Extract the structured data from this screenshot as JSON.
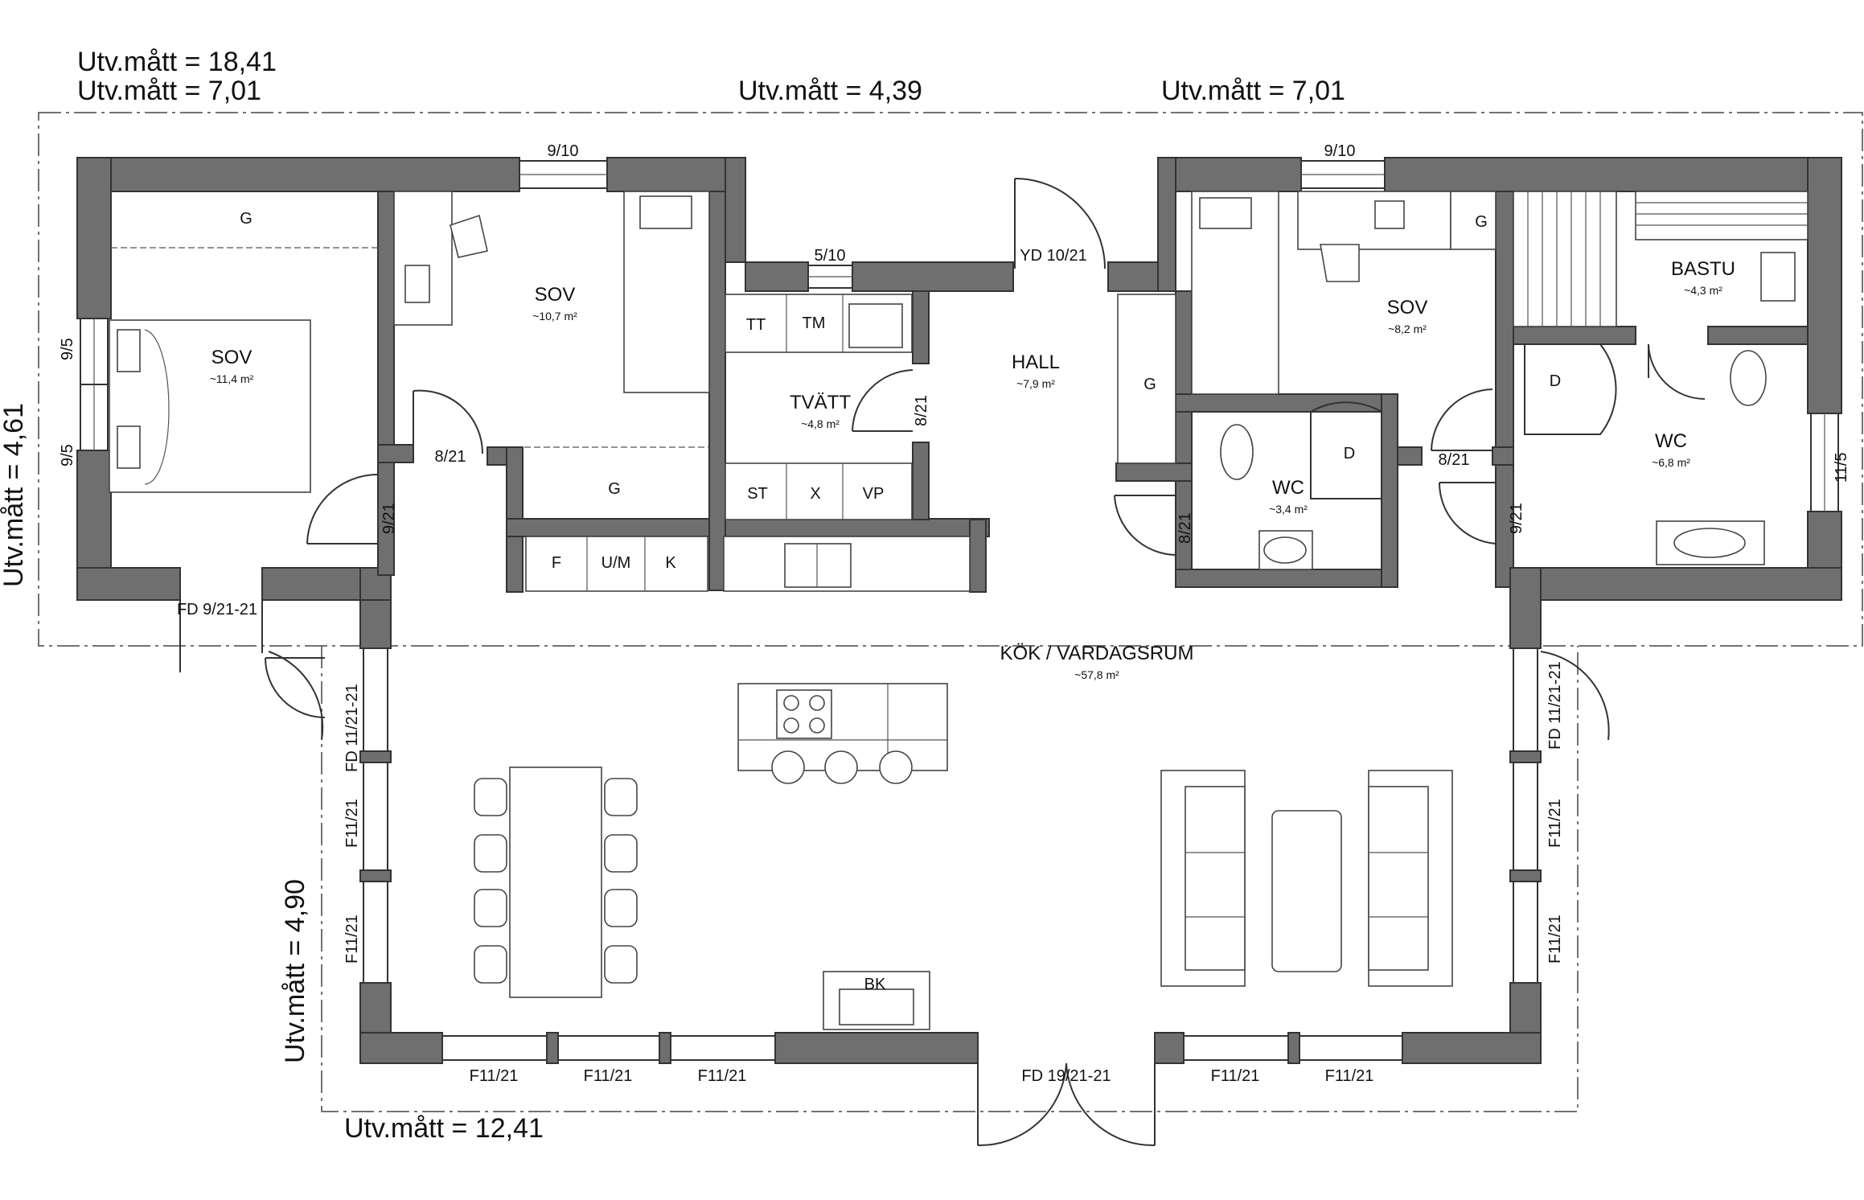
{
  "dimensions": {
    "total_width": "Utv.mått = 18,41",
    "left_wing": "Utv.mått = 7,01",
    "middle": "Utv.mått = 4,39",
    "right_wing": "Utv.mått = 7,01",
    "left_depth": "Utv.mått = 4,61",
    "lower_depth": "Utv.mått = 4,90",
    "lower_width": "Utv.mått = 12,41"
  },
  "rooms": {
    "sov1": {
      "name": "SOV",
      "area": "~11,4 m²"
    },
    "sov2": {
      "name": "SOV",
      "area": "~10,7 m²"
    },
    "tvatt": {
      "name": "TVÄTT",
      "area": "~4,8 m²"
    },
    "hall": {
      "name": "HALL",
      "area": "~7,9 m²"
    },
    "sov3": {
      "name": "SOV",
      "area": "~8,2 m²"
    },
    "wc1": {
      "name": "WC",
      "area": "~3,4 m²"
    },
    "bastu": {
      "name": "BASTU",
      "area": "~4,3 m²"
    },
    "wc2": {
      "name": "WC",
      "area": "~6,8 m²"
    },
    "kok": {
      "name": "KÖK / VARDAGSRUM",
      "area": "~57,8 m²"
    }
  },
  "openings": {
    "win_910_left": "9/10",
    "win_910_right": "9/10",
    "win_510": "5/10",
    "yd": "YD 10/21",
    "win_95_a": "9/5",
    "win_95_b": "9/5",
    "door_821_sov2": "8/21",
    "door_921_sov1": "9/21",
    "fd_921": "FD 9/21-21",
    "door_821_tvatt": "8/21",
    "door_821_wc1": "8/21",
    "door_821_sov3": "8/21",
    "door_921_wc2": "9/21",
    "win_115": "11/5",
    "fd_left_side": "FD 11/21-21",
    "fd_right_side": "FD 11/21-21",
    "f_left_1": "F11/21",
    "f_left_2": "F11/21",
    "f_right_1": "F11/21",
    "f_right_2": "F11/21",
    "f_bottom_1": "F11/21",
    "f_bottom_2": "F11/21",
    "f_bottom_3": "F11/21",
    "f_bottom_4": "F11/21",
    "f_bottom_5": "F11/21",
    "fd_main": "FD 19/21-21"
  },
  "fixtures": {
    "g_sov1": "G",
    "g_sov2": "G",
    "g_hall": "G",
    "g_sov3": "G",
    "d_wc1": "D",
    "d_wc2": "D",
    "tt": "TT",
    "tm": "TM",
    "st": "ST",
    "x": "X",
    "vp": "VP",
    "f": "F",
    "um": "U/M",
    "k": "K",
    "bk": "BK"
  }
}
